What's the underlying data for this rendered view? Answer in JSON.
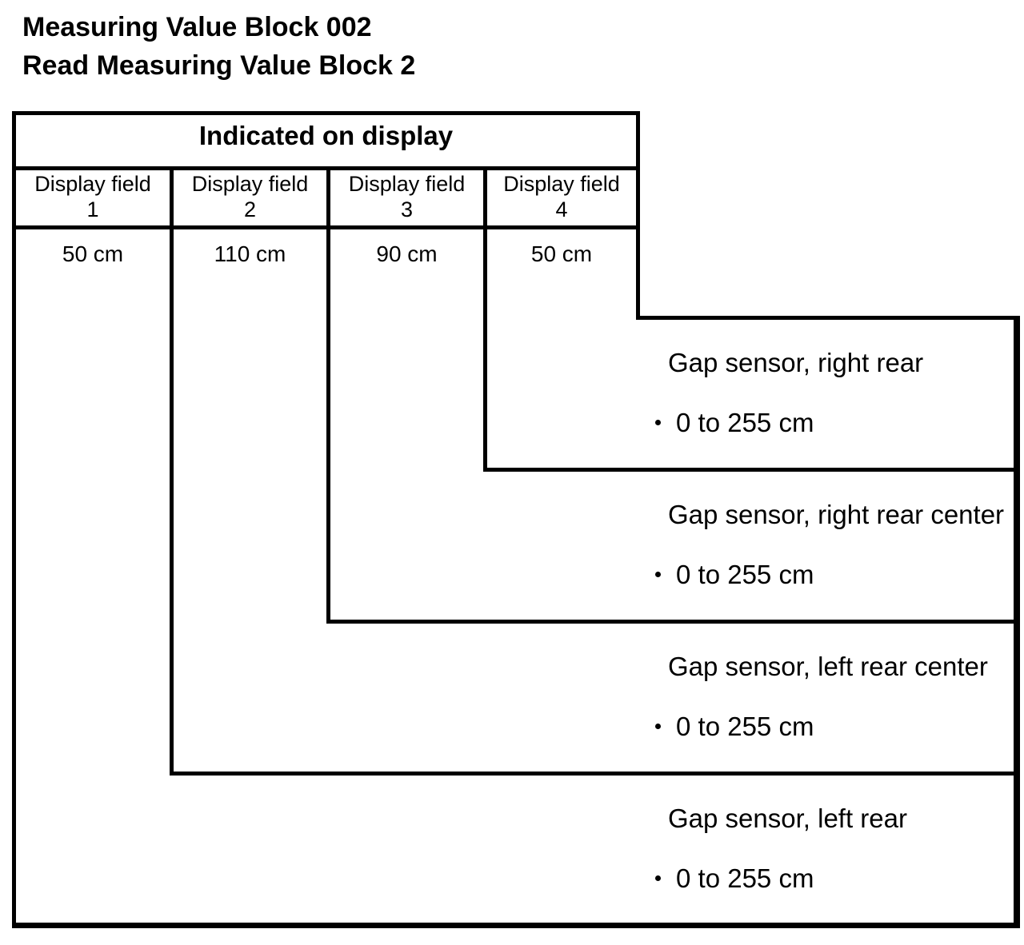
{
  "page": {
    "title_line1": "Measuring Value Block 002",
    "title_line2": "Read Measuring Value Block 2"
  },
  "table": {
    "header": "Indicated on display",
    "columns": [
      {
        "title": "Display field",
        "number": "1",
        "value": "50 cm"
      },
      {
        "title": "Display field",
        "number": "2",
        "value": "110 cm"
      },
      {
        "title": "Display field",
        "number": "3",
        "value": "90 cm"
      },
      {
        "title": "Display field",
        "number": "4",
        "value": "50 cm"
      }
    ]
  },
  "sensors": [
    {
      "field": "4",
      "label": "Gap sensor, right rear",
      "range": "0 to 255 cm"
    },
    {
      "field": "3",
      "label": "Gap sensor, right rear center",
      "range": "0 to 255 cm"
    },
    {
      "field": "2",
      "label": "Gap sensor, left rear center",
      "range": "0 to 255 cm"
    },
    {
      "field": "1",
      "label": "Gap sensor, left rear",
      "range": "0 to 255 cm"
    }
  ],
  "colors": {
    "ink": "#000000",
    "paper": "#ffffff"
  }
}
